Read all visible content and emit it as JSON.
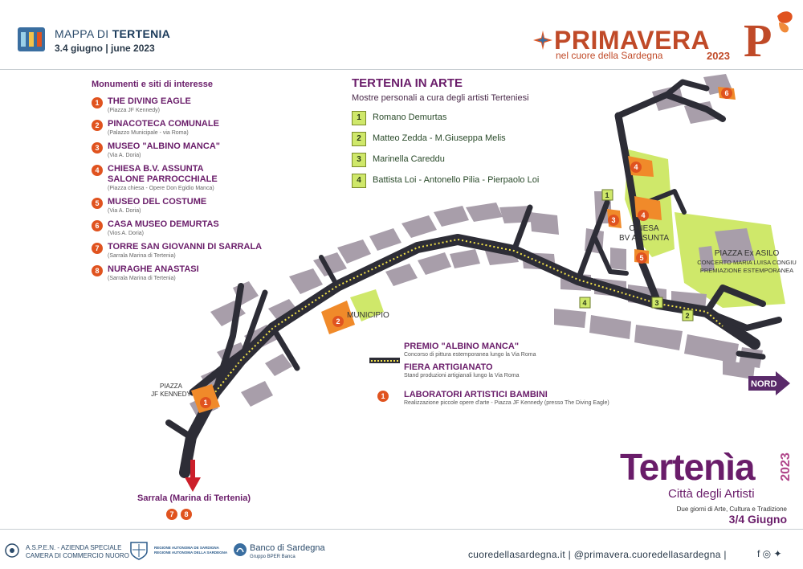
{
  "header": {
    "map_title_prefix": "MAPPA DI ",
    "map_title_bold": "TERTENIA",
    "dates": "3.4 giugno  | june 2023",
    "primavera": "PRIMAVERA",
    "primavera_sub": "nel cuore della Sardegna",
    "primavera_year": "2023"
  },
  "monuments": {
    "header": "Monumenti e siti di interesse",
    "items": [
      {
        "num": "1",
        "name": "THE DIVING EAGLE",
        "location": "(Piazza JF Kennedy)"
      },
      {
        "num": "2",
        "name": "PINACOTECA COMUNALE",
        "location": "(Palazzo Municipale - via Roma)"
      },
      {
        "num": "3",
        "name": "MUSEO \"ALBINO MANCA\"",
        "location": "(Via A. Doria)"
      },
      {
        "num": "4",
        "name": "CHIESA B.V. ASSUNTA\nSALONE PARROCCHIALE",
        "location": "(Piazza chiesa - Opere Don Egidio Manca)"
      },
      {
        "num": "5",
        "name": "MUSEO DEL COSTUME",
        "location": "(Via A. Doria)"
      },
      {
        "num": "6",
        "name": "CASA MUSEO DEMURTAS",
        "location": "(Vios A. Doria)"
      },
      {
        "num": "7",
        "name": "TORRE SAN GIOVANNI DI SARRALA",
        "location": "(Sarrala Marina di Tertenia)"
      },
      {
        "num": "8",
        "name": "NURAGHE ANASTASI",
        "location": "(Sarrala Marina di Tertenia)"
      }
    ]
  },
  "arte": {
    "title": "TERTENIA IN ARTE",
    "subtitle": "Mostre personali a cura degli artisti Terteniesi",
    "items": [
      {
        "num": "1",
        "name": "Romano Demurtas"
      },
      {
        "num": "2",
        "name": "Matteo Zedda - M.Giuseppa Melis"
      },
      {
        "num": "3",
        "name": "Marinella Careddu"
      },
      {
        "num": "4",
        "name": "Battista Loi - Antonello Pilia - Pierpaolo Loi"
      }
    ]
  },
  "legend": {
    "premio_title": "PREMIO \"ALBINO MANCA\"",
    "premio_sub": "Concorso di pittura estemporanea lungo la Via Roma",
    "fiera_title": "FIERA ARTIGIANATO",
    "fiera_sub": "Stand produzioni artigianali lungo la Via Roma",
    "lab_num": "1",
    "lab_title": "LABORATORI ARTISTICI BAMBINI",
    "lab_sub": "Realizzazione piccole opere d'arte - Piazza JF Kennedy (presso The Diving Eagle)"
  },
  "map_labels": {
    "piazza_kennedy": "PIAZZA\nJF KENNEDY",
    "municipio": "MUNICIPIO",
    "chiesa": "CHIESA\nBV ASSUNTA",
    "piazza_asilo": "PIAZZA Ex ASILO",
    "asilo_sub": "CONCERTO MARIA LUISA CONGIU\nPREMIAZIONE ESTEMPORANEA",
    "nord": "NORD",
    "sarrala": "Sarrala (Marina di Tertenia)",
    "sarrala_badges": [
      "7",
      "8"
    ],
    "markers_orange": [
      "1",
      "2",
      "3",
      "4",
      "4",
      "5",
      "6"
    ],
    "markers_green": [
      "1",
      "2",
      "3",
      "4"
    ]
  },
  "brand": {
    "title": "Tertenìa",
    "year": "2023",
    "subtitle": "Città degli Artisti",
    "description": "Due giorni di Arte, Cultura e Tradizione",
    "date": "3/4 Giugno"
  },
  "footer": {
    "aspen_line1": "A.S.P.E.N. - AZIENDA SPECIALE",
    "aspen_line2": "CAMERA DI COMMERCIO NUORO",
    "ras_line1": "REGIONE AUTONOMA DE SARDIGNA",
    "ras_line2": "REGIONE AUTONOMA DELLA SARDEGNA",
    "bds": "Banco di Sardegna",
    "bds_sub": "Gruppo BPER Banca",
    "web": "cuoredellasardegna.it  |  @primavera.cuoredellasardegna  |",
    "social": "f ◎ ✦"
  },
  "colors": {
    "purple": "#6a1d6a",
    "orange": "#e0531f",
    "lime": "#cfe86a",
    "road": "#2d2d36",
    "building": "#a89eaa"
  }
}
